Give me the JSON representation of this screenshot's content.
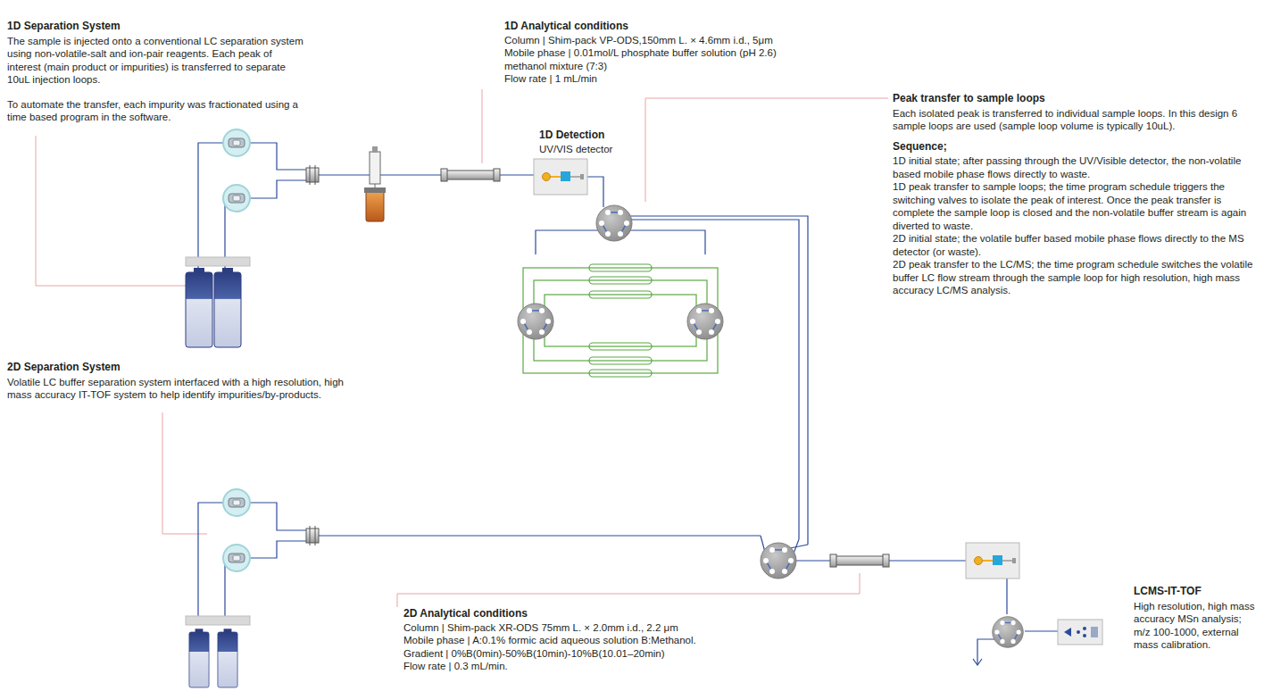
{
  "diagram": {
    "labels": [
      "1D Separation System",
      "The sample is injected onto a conventional LC separation system using non-volatile-salt and ion-pair reagents. Each peak of interest (main product or impurities) is transferred to separate 10uL injection loops.",
      "To automate the transfer, each impurity was fractionated using a time based program in the software.",
      "1D Analytical conditions",
      "Column | Shim-pack VP-ODS,150mm L. × 4.6mm i.d., 5μm",
      "Mobile phase | 0.01mol/L phosphate buffer solution (pH 2.6) methanol mixture (7:3)",
      "Flow rate | 1 mL/min",
      "Peak transfer to sample loops",
      "Each isolated peak is transferred to individual sample loops. In this design 6 sample loops are used (sample loop volume is typically 10uL).",
      "Sequence;",
      "1D initial state; after passing through the UV/Visible detector, the non-volatile based mobile phase flows directly to waste.",
      "1D peak transfer to sample loops; the time program schedule triggers the switching valves to isolate the peak of interest. Once the peak transfer is complete the sample loop is closed and the non-volatile buffer stream is again diverted to waste.",
      "2D initial state; the volatile buffer based mobile phase flows directly to the MS detector (or waste).",
      "2D peak transfer to the LC/MS; the time program schedule switches the volatile buffer LC flow stream through the sample loop for high resolution, high mass accuracy LC/MS analysis.",
      "1D Detection",
      "UV/VIS detector",
      "2D Separation System",
      "Volatile LC buffer separation system interfaced with a high resolution, high mass accuracy IT-TOF system to help identify impurities/by-products.",
      "2D Analytical conditions",
      "Column | Shim-pack XR-ODS 75mm L. × 2.0mm i.d., 2.2 μm",
      "Mobile phase | A:0.1% formic acid aqueous solution B:Methanol.",
      "Gradient | 0%B(0min)-50%B(10min)-10%B(10.01–20min)",
      "Flow rate | 0.3 mL/min.",
      "LCMS-IT-TOF",
      "High resolution, high mass accuracy MSn analysis; m/z 100-1000, external mass calibration."
    ]
  }
}
